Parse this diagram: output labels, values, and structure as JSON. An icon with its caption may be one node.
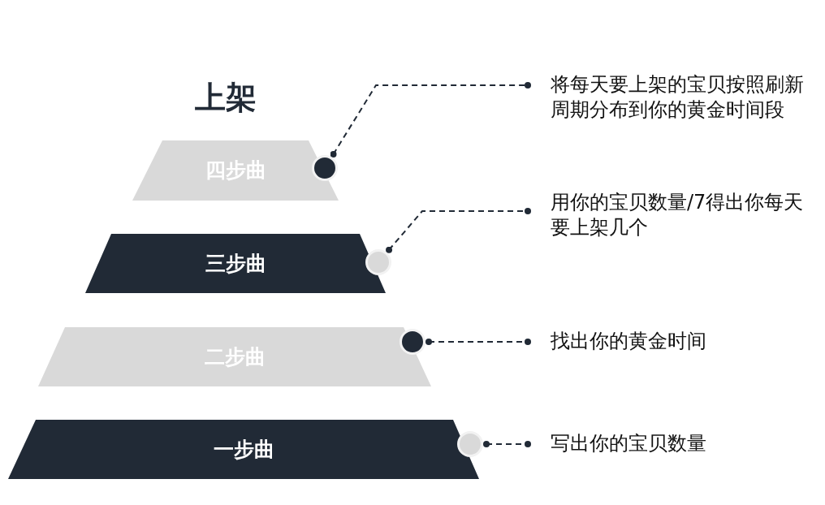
{
  "diagram": {
    "title": "上架",
    "nodes": [
      {
        "text": [
          "四步曲"
        ]
      },
      {
        "text": [
          "三步曲"
        ]
      },
      {
        "text": [
          "二步曲"
        ]
      },
      {
        "text": [
          "一步曲"
        ]
      },
      {
        "text": [],
        "shape": "circle"
      },
      {
        "text": [],
        "shape": "circle"
      },
      {
        "text": [],
        "shape": "circle"
      },
      {
        "text": [],
        "shape": "circle"
      },
      {
        "text": [
          "将每天要上架的宝贝按照刷新周期分布到你的黄金时间段"
        ]
      },
      {
        "text": [
          "用你的宝贝数量/7得出你每天要上架几个"
        ]
      },
      {
        "text": [
          "找出你的黄金时间"
        ]
      },
      {
        "text": [
          "写出你的宝贝数量"
        ]
      }
    ],
    "edges": [
      {
        "from": 4,
        "to": 8,
        "arrow": "other",
        "style": "dashed"
      },
      {
        "from": 5,
        "to": 9,
        "arrow": "other",
        "style": "dashed"
      },
      {
        "from": 6,
        "to": 10,
        "arrow": "other",
        "style": "dashed"
      },
      {
        "from": 7,
        "to": 11,
        "arrow": "other",
        "style": "dashed"
      }
    ]
  }
}
